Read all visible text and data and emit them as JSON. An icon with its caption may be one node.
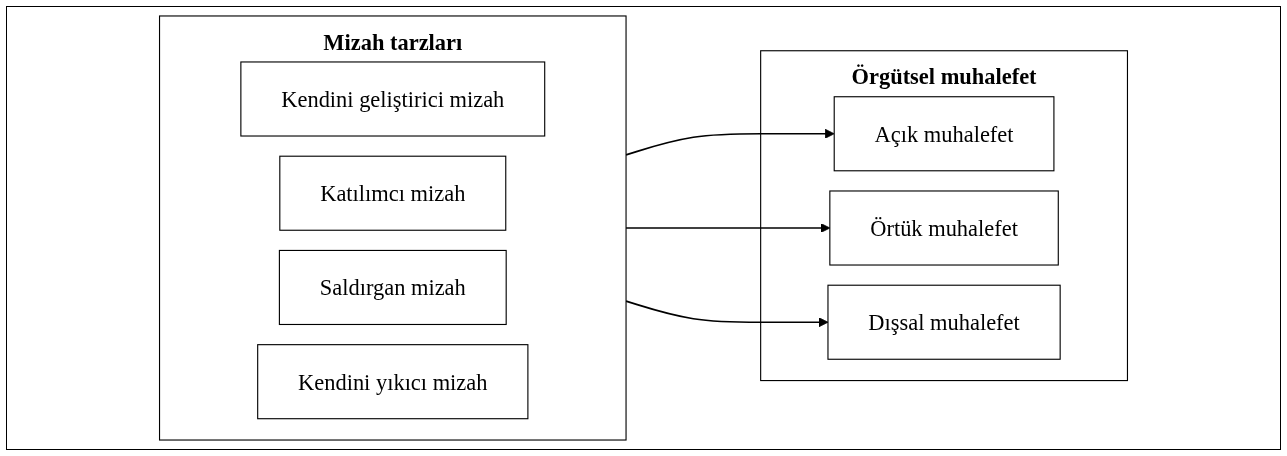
{
  "diagram": {
    "nodes": [
      {
        "text": [
          "Mizah tarzları"
        ]
      },
      {
        "text": [
          "Kendini geliştirici mizah"
        ],
        "in": 0
      },
      {
        "text": [
          "Katılımcı mizah"
        ],
        "in": 0
      },
      {
        "text": [
          "Saldırgan mizah"
        ],
        "in": 0
      },
      {
        "text": [
          "Kendini yıkıcı mizah"
        ],
        "in": 0
      },
      {
        "text": [
          "Örgütsel muhalefet"
        ]
      },
      {
        "text": [
          "Açık muhalefet"
        ],
        "in": 5
      },
      {
        "text": [
          "Örtük muhalefet"
        ],
        "in": 5
      },
      {
        "text": [
          "Dışsal muhalefet"
        ],
        "in": 5
      }
    ],
    "edges": [
      {
        "from": 0,
        "to": 6,
        "arrow": "to"
      },
      {
        "from": 0,
        "to": 7,
        "arrow": "to"
      },
      {
        "from": 0,
        "to": 8,
        "arrow": "to"
      }
    ]
  }
}
